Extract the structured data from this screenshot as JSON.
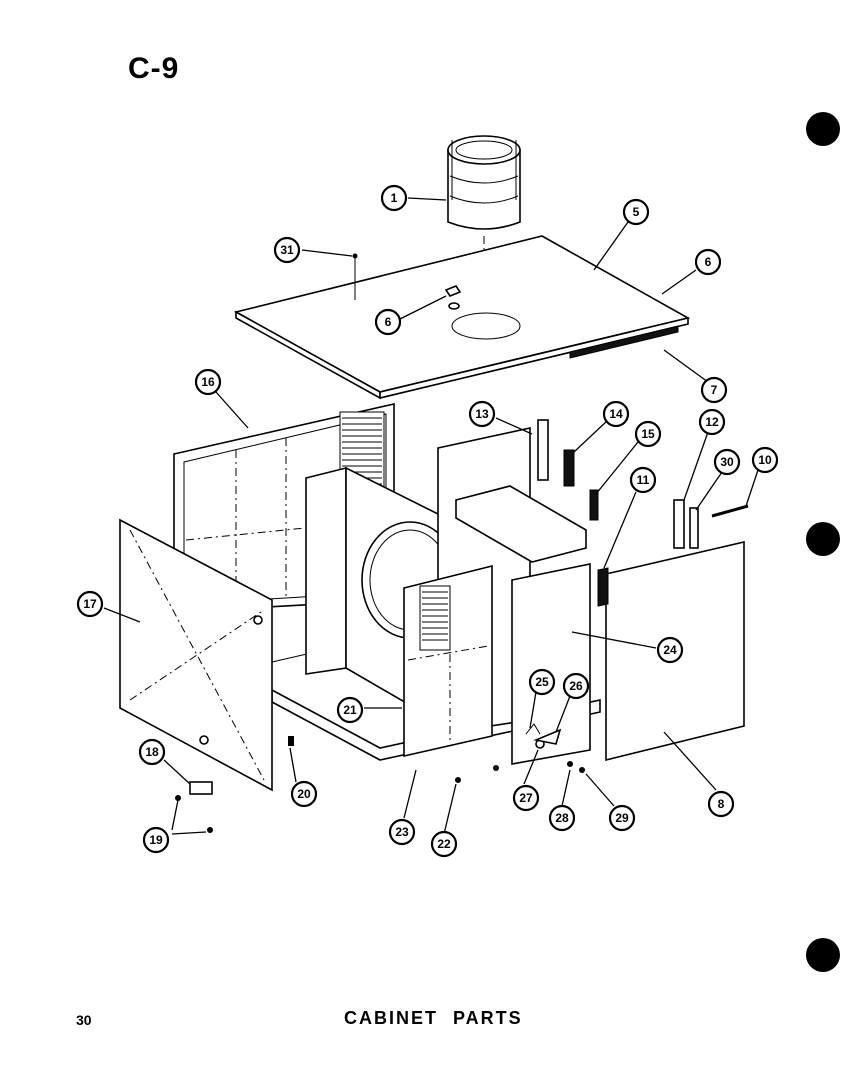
{
  "page": {
    "title": "C-9",
    "page_number": "30",
    "caption": "CABINET PARTS"
  },
  "callouts": [
    {
      "id": "c1",
      "label": "1"
    },
    {
      "id": "c31",
      "label": "31"
    },
    {
      "id": "c5",
      "label": "5"
    },
    {
      "id": "c6a",
      "label": "6"
    },
    {
      "id": "c6b",
      "label": "6"
    },
    {
      "id": "c7",
      "label": "7"
    },
    {
      "id": "c16",
      "label": "16"
    },
    {
      "id": "c13",
      "label": "13"
    },
    {
      "id": "c14",
      "label": "14"
    },
    {
      "id": "c15",
      "label": "15"
    },
    {
      "id": "c12",
      "label": "12"
    },
    {
      "id": "c30",
      "label": "30"
    },
    {
      "id": "c10",
      "label": "10"
    },
    {
      "id": "c11",
      "label": "11"
    },
    {
      "id": "c17",
      "label": "17"
    },
    {
      "id": "c24",
      "label": "24"
    },
    {
      "id": "c21",
      "label": "21"
    },
    {
      "id": "c25",
      "label": "25"
    },
    {
      "id": "c26",
      "label": "26"
    },
    {
      "id": "c18",
      "label": "18"
    },
    {
      "id": "c20",
      "label": "20"
    },
    {
      "id": "c19",
      "label": "19"
    },
    {
      "id": "c23",
      "label": "23"
    },
    {
      "id": "c22",
      "label": "22"
    },
    {
      "id": "c27",
      "label": "27"
    },
    {
      "id": "c28",
      "label": "28"
    },
    {
      "id": "c29",
      "label": "29"
    },
    {
      "id": "c8",
      "label": "8"
    }
  ]
}
